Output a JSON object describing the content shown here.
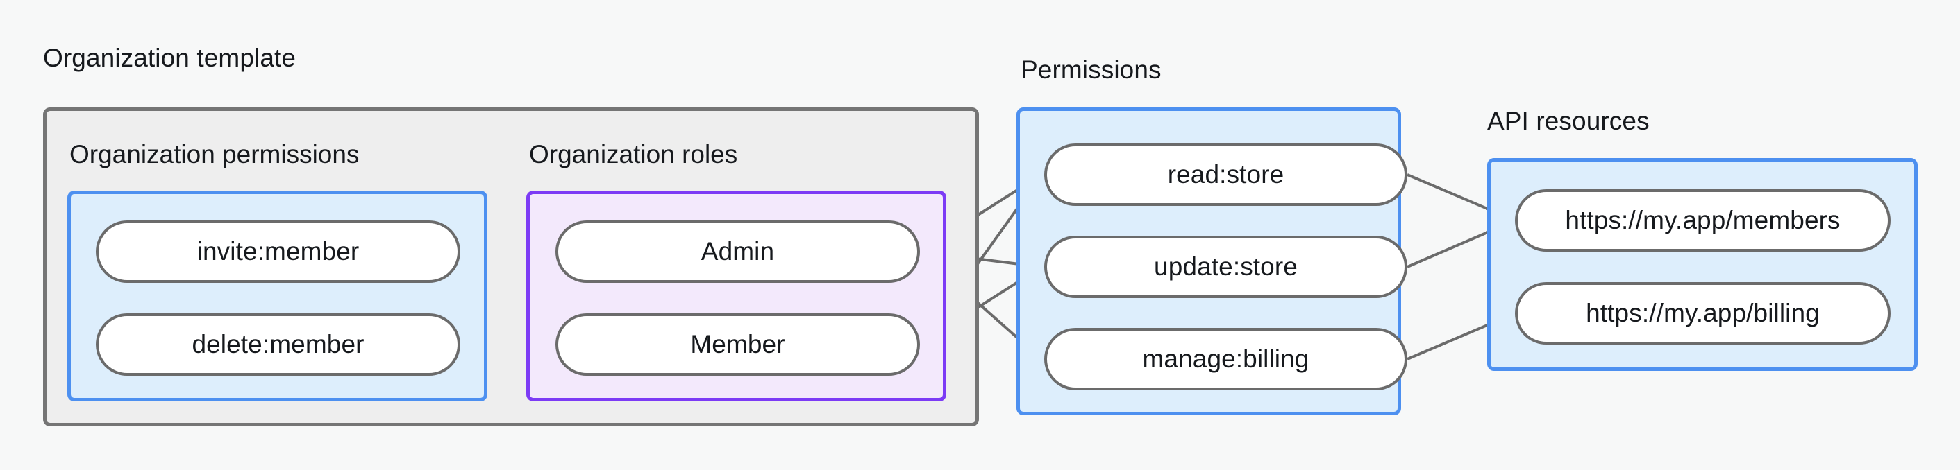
{
  "diagram": {
    "title_visible": false,
    "colors": {
      "page_background": "#f7f8f8",
      "outer_group_fill": "#eeeeee",
      "outer_group_border": "#757575",
      "blue_group_fill": "#ddeefc",
      "blue_group_border": "#4d90f0",
      "purple_group_fill": "#f3e9fc",
      "purple_group_border": "#7c3bf5",
      "node_fill": "#ffffff",
      "node_border": "#6b6b6b",
      "edge_stroke": "#6b6b6b",
      "text": "#16191d"
    },
    "groups": {
      "organization_template": {
        "label": "Organization template",
        "subgroups": {
          "organization_permissions": {
            "label": "Organization permissions",
            "nodes": [
              {
                "id": "invite-member",
                "label": "invite:member"
              },
              {
                "id": "delete-member",
                "label": "delete:member"
              }
            ]
          },
          "organization_roles": {
            "label": "Organization roles",
            "nodes": [
              {
                "id": "admin",
                "label": "Admin"
              },
              {
                "id": "member",
                "label": "Member"
              }
            ]
          }
        }
      },
      "permissions": {
        "label": "Permissions",
        "nodes": [
          {
            "id": "read-store",
            "label": "read:store"
          },
          {
            "id": "update-store",
            "label": "update:store"
          },
          {
            "id": "manage-billing",
            "label": "manage:billing"
          }
        ]
      },
      "api_resources": {
        "label": "API resources",
        "nodes": [
          {
            "id": "api-members",
            "label": "https://my.app/members"
          },
          {
            "id": "api-billing",
            "label": "https://my.app/billing"
          }
        ]
      }
    },
    "edges": [
      {
        "from": "invite-member",
        "to": "admin"
      },
      {
        "from": "invite-member",
        "to": "member"
      },
      {
        "from": "delete-member",
        "to": "member"
      },
      {
        "from": "admin",
        "to": "read-store"
      },
      {
        "from": "admin",
        "to": "update-store"
      },
      {
        "from": "admin",
        "to": "manage-billing"
      },
      {
        "from": "member",
        "to": "read-store"
      },
      {
        "from": "member",
        "to": "update-store"
      },
      {
        "from": "read-store",
        "to": "api-members"
      },
      {
        "from": "update-store",
        "to": "api-members"
      },
      {
        "from": "manage-billing",
        "to": "api-billing"
      }
    ]
  }
}
